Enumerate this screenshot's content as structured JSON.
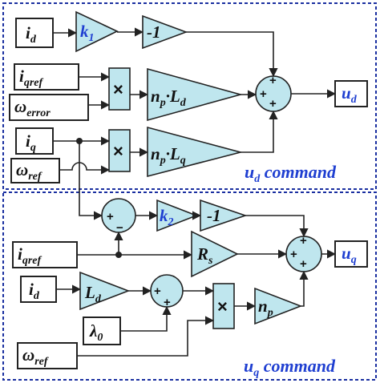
{
  "sections": {
    "ud_command": {
      "main": "u",
      "sub": "d",
      "suffix": " command"
    },
    "uq_command": {
      "main": "u",
      "sub": "q",
      "suffix": " command"
    }
  },
  "inputs": {
    "id_top": {
      "main": "i",
      "sub": "d"
    },
    "iqref_top": {
      "main": "i",
      "sub": "qref"
    },
    "omega_error": {
      "main": "ω",
      "sub": "error"
    },
    "iq": {
      "main": "i",
      "sub": "q"
    },
    "omega_ref_top": {
      "main": "ω",
      "sub": "ref"
    },
    "iqref_bottom": {
      "main": "i",
      "sub": "qref"
    },
    "id_bottom": {
      "main": "i",
      "sub": "d"
    },
    "lambda0": {
      "main": "λ",
      "sub": "0"
    },
    "omega_ref_bottom": {
      "main": "ω",
      "sub": "ref"
    }
  },
  "gains": {
    "k1": {
      "main": "k",
      "sub": "1"
    },
    "neg1_top": "-1",
    "npLd": {
      "a": "n",
      "a_sub": "p",
      "dot": "·",
      "b": "L",
      "b_sub": "d"
    },
    "npLq": {
      "a": "n",
      "a_sub": "p",
      "dot": "·",
      "b": "L",
      "b_sub": "q"
    },
    "k2": {
      "main": "k",
      "sub": "2"
    },
    "neg1_bottom": "-1",
    "Rs": {
      "main": "R",
      "sub": "s"
    },
    "Ld": {
      "main": "L",
      "sub": "d"
    },
    "np": {
      "main": "n",
      "sub": "p"
    }
  },
  "multiply_symbol": "×",
  "signs": {
    "plus": "+",
    "minus": "−"
  },
  "outputs": {
    "ud": {
      "main": "u",
      "sub": "d"
    },
    "uq": {
      "main": "u",
      "sub": "q"
    }
  },
  "colors": {
    "block_fill": "#bfe6ee",
    "accent_blue": "#1f3fd1",
    "frame_blue": "#1a2fa0"
  }
}
